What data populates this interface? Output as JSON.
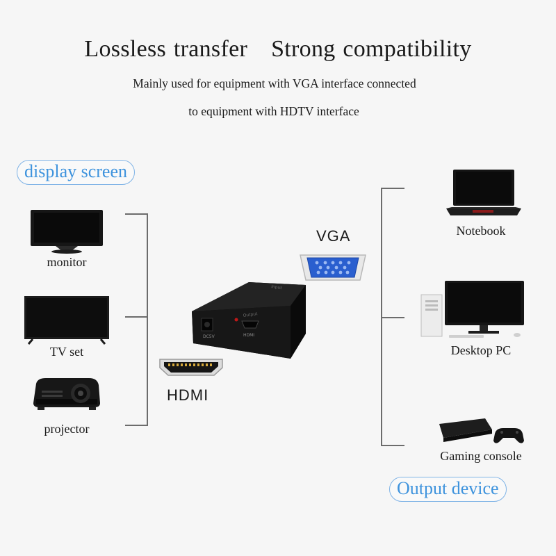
{
  "header": {
    "title_left": "Lossless transfer",
    "title_right": "Strong compatibility",
    "subtitle_line1": "Mainly used for equipment with VGA interface connected",
    "subtitle_line2": "to equipment with HDTV interface"
  },
  "left_group": {
    "heading": "display screen",
    "items": [
      {
        "label": "monitor",
        "icon": "monitor-icon"
      },
      {
        "label": "TV set",
        "icon": "tv-icon"
      },
      {
        "label": "projector",
        "icon": "projector-icon"
      }
    ]
  },
  "right_group": {
    "heading": "Output device",
    "items": [
      {
        "label": "Notebook",
        "icon": "laptop-icon"
      },
      {
        "label": "Desktop PC",
        "icon": "desktop-pc-icon"
      },
      {
        "label": "Gaming console",
        "icon": "game-console-icon"
      }
    ]
  },
  "center": {
    "vga_label": "VGA",
    "hdmi_label": "HDMI",
    "device_port_labels": [
      "DC5V",
      "HDMI"
    ],
    "device_top_labels": [
      "Input",
      "Output"
    ]
  },
  "colors": {
    "accent": "#3e93dd",
    "pill_border": "#7fb3e6",
    "vga_blue": "#2a5fcf",
    "device_body": "#141414",
    "bracket_line": "#6c6c6c",
    "background": "#f6f6f6"
  }
}
